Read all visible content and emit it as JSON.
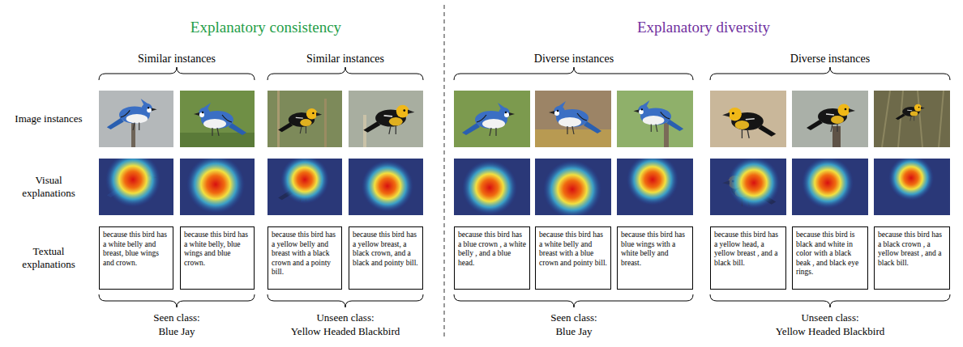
{
  "diagram": {
    "nodes": [
      {
        "text": [
          "because this bird has a white belly and breast, blue wings and crown."
        ]
      },
      {
        "text": [
          "because this bird has a white belly, blue wings and blue crown."
        ]
      },
      {
        "text": [
          "because this bird has a yellow belly and breast with a black crown and a pointy bill."
        ]
      },
      {
        "text": [
          "because this bird has a yellow breast, a black crown, and a black and pointy bill."
        ]
      },
      {
        "text": [
          "because this bird has a blue crown , a white belly , and a blue head."
        ]
      },
      {
        "text": [
          "because this bird has a white belly and breast with a blue crown and pointy bill."
        ]
      },
      {
        "text": [
          "because this bird has blue wings with a white belly and breast."
        ]
      },
      {
        "text": [
          "because this bird has a yellow head, a yellow breast , and a black bill."
        ]
      },
      {
        "text": [
          "because this bird is black and white in color with a black beak , and black eye rings."
        ]
      },
      {
        "text": [
          "because this bird has a black crown , a yellow breast , and a black bill."
        ]
      }
    ],
    "labels": [
      "Explanatory consistency",
      "Explanatory diversity",
      "Similar instances",
      "Similar instances",
      "Diverse instances",
      "Diverse instances",
      "Image instances",
      "Visual explanations",
      "Textual explanations",
      "Seen class:",
      "Blue Jay",
      "Unseen class:",
      "Yellow Headed Blackbird",
      "Seen class:",
      "Blue Jay",
      "Unseen class:",
      "Yellow Headed Blackbird"
    ]
  }
}
